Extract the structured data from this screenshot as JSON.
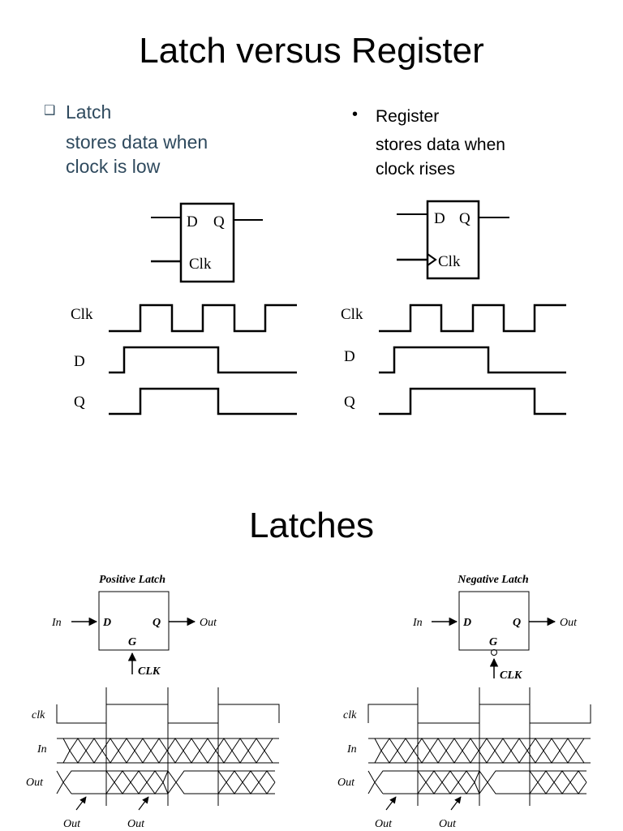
{
  "slide1": {
    "title": "Latch versus Register",
    "latch": {
      "bullet": "❑",
      "heading": "Latch",
      "desc_line1": "stores data when",
      "desc_line2": "clock is low",
      "symbol": {
        "d": "D",
        "q": "Q",
        "clk": "Clk"
      },
      "timing": {
        "clk": "Clk",
        "d": "D",
        "q": "Q"
      }
    },
    "register": {
      "bullet": "•",
      "heading": "Register",
      "desc_line1": "stores data when",
      "desc_line2": "clock rises",
      "symbol": {
        "d": "D",
        "q": "Q",
        "clk": "Clk"
      },
      "timing": {
        "clk": "Clk",
        "d": "D",
        "q": "Q"
      }
    }
  },
  "slide2": {
    "title": "Latches",
    "positive": {
      "name": "Positive Latch",
      "in": "In",
      "d": "D",
      "q": "Q",
      "out": "Out",
      "g": "G",
      "clk": "CLK",
      "timing": {
        "clk": "clk",
        "in": "In",
        "out": "Out",
        "annot1": "Out",
        "annot2": "Out"
      }
    },
    "negative": {
      "name": "Negative Latch",
      "in": "In",
      "d": "D",
      "q": "Q",
      "out": "Out",
      "g": "G",
      "clk": "CLK",
      "timing": {
        "clk": "clk",
        "in": "In",
        "out": "Out",
        "annot1": "Out",
        "annot2": "Out"
      }
    }
  }
}
